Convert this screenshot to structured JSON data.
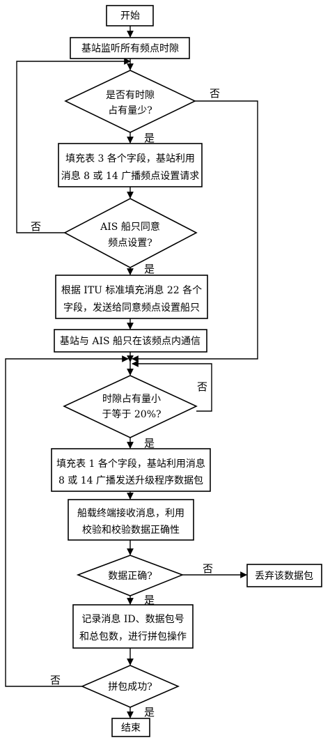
{
  "flowchart": {
    "start": "开始",
    "step_monitor": "基站监听所有频点时隙",
    "decision_slots": [
      "是否有时隙",
      "占有量少?"
    ],
    "step_fill3": [
      "填充表 3 各个字段，基站利用",
      "消息 8 或 14 广播频点设置请求"
    ],
    "decision_ais": [
      "AIS 船只同意",
      "频点设置?"
    ],
    "step_itu": [
      "根据 ITU 标准填充消息 22 各个",
      "字段，发送给同意频点设置船只"
    ],
    "step_comm": "基站与 AIS 船只在该频点内通信",
    "decision_20": [
      "时隙占有量小",
      "于等于 20%?"
    ],
    "step_fill1": [
      "填充表 1 各个字段，基站利用消息",
      "8 或 14 广播发送升级程序数据包"
    ],
    "step_receive": [
      "船载终端接收消息，利用",
      "校验和校验数据正确性"
    ],
    "decision_correct": "数据正确?",
    "step_discard": "丢弃该数据包",
    "step_record": [
      "记录消息 ID、数据包号",
      "和总包数，进行拼包操作"
    ],
    "decision_pack": "拼包成功?",
    "end": "结束",
    "yes": "是",
    "no": "否"
  }
}
